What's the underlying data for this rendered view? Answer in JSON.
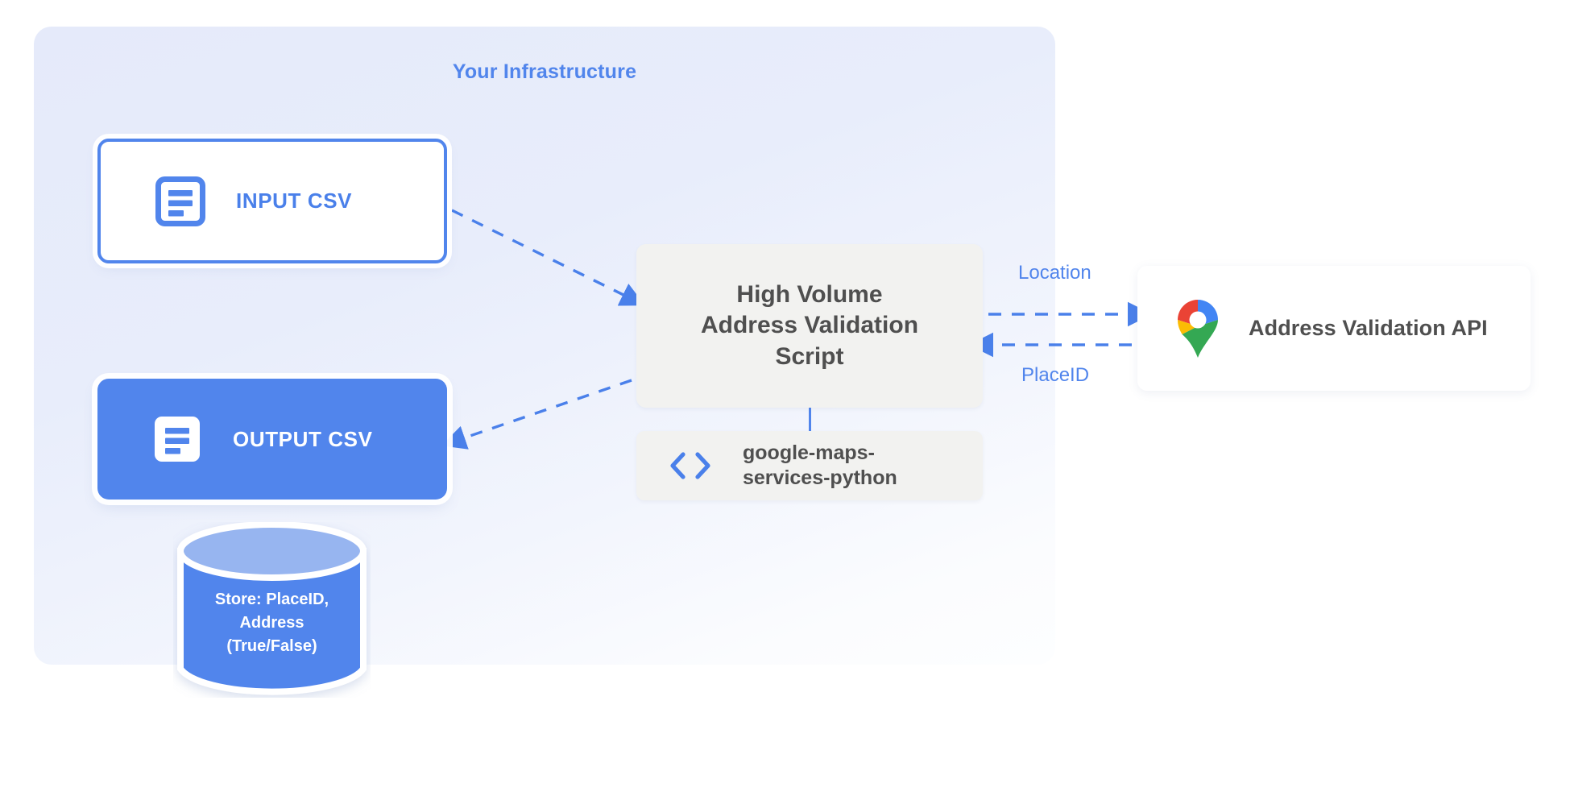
{
  "diagram": {
    "panel": {
      "title": "Your Infrastructure"
    },
    "nodes": {
      "input_csv": {
        "label": "INPUT CSV",
        "icon": "document-icon"
      },
      "output_csv": {
        "label": "OUTPUT CSV",
        "icon": "document-icon"
      },
      "script": {
        "line1": "High Volume",
        "line2": "Address Validation",
        "line3": "Script",
        "label": "High Volume Address Validation Script"
      },
      "library": {
        "line1": "google-maps-",
        "line2": "services-python",
        "label": "google-maps-services-python",
        "icon": "code-brackets-icon"
      },
      "api": {
        "label": "Address Validation API",
        "icon": "google-maps-pin-icon"
      },
      "database": {
        "line1": "Store: PlaceID,",
        "line2": "Address",
        "line3": "(True/False)",
        "label": "Store: PlaceID, Address (True/False)",
        "icon": "database-cylinder-icon"
      }
    },
    "edges": [
      {
        "from": "input_csv",
        "to": "script",
        "label": "",
        "style": "dashed",
        "direction": "forward"
      },
      {
        "from": "script",
        "to": "output_csv",
        "label": "",
        "style": "dashed",
        "direction": "forward"
      },
      {
        "from": "script",
        "to": "api",
        "label": "Location",
        "style": "dashed",
        "direction": "forward"
      },
      {
        "from": "api",
        "to": "script",
        "label": "PlaceID",
        "style": "dashed",
        "direction": "forward"
      },
      {
        "from": "script",
        "to": "library",
        "label": "",
        "style": "solid",
        "direction": "none"
      }
    ],
    "edge_labels": {
      "location": "Location",
      "placeid": "PlaceID"
    },
    "colors": {
      "accent_blue": "#5185ec",
      "panel_bg": "#e6ebfa",
      "card_gray": "#f2f2f0",
      "text_dark": "#4f4f4f",
      "white": "#ffffff",
      "pin_blue": "#4285f4",
      "pin_red": "#ea4335",
      "pin_yellow": "#fbbc04",
      "pin_green": "#34a853",
      "db_top": "#97b5f0"
    }
  }
}
